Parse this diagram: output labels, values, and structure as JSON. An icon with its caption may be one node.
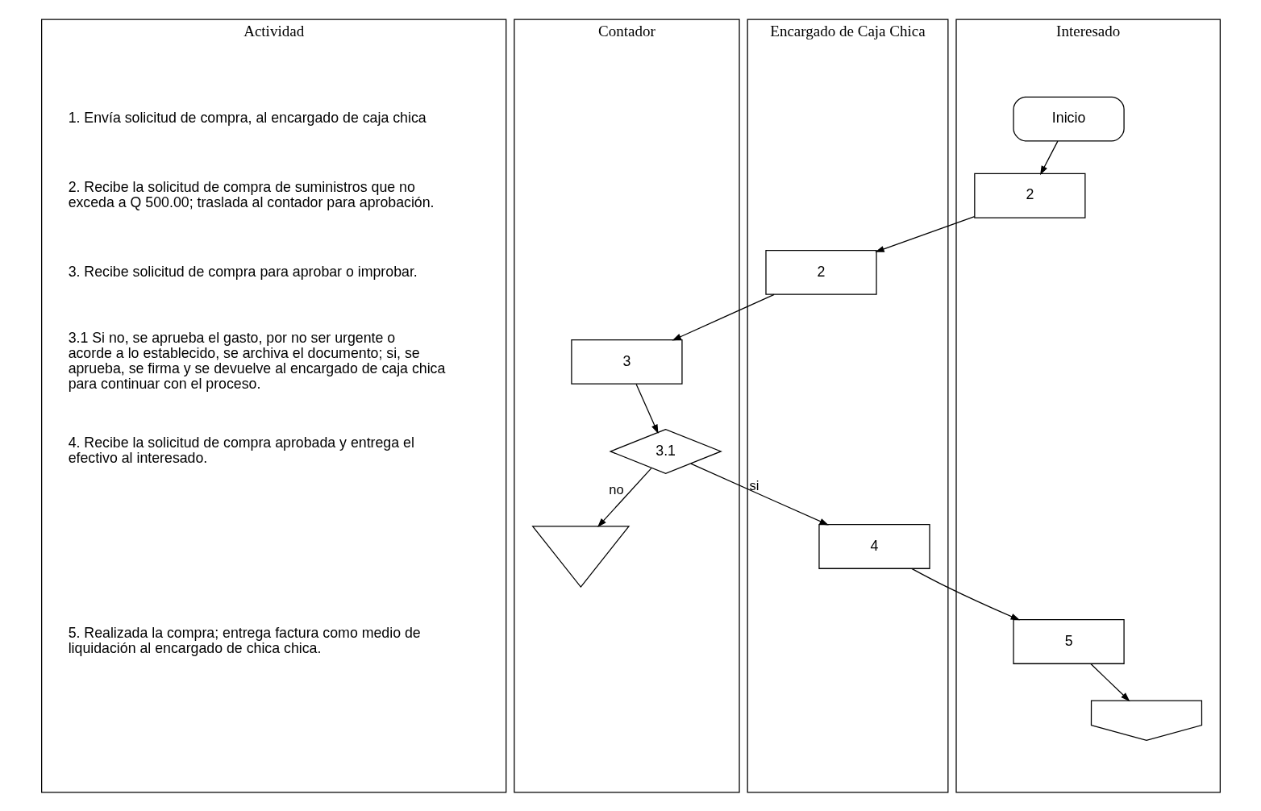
{
  "diagram": {
    "nodes": [
      {
        "text": [
          "Actividad"
        ]
      },
      {
        "text": [
          "Interesado"
        ]
      },
      {
        "text": [
          "Encargado de Caja Chica"
        ]
      },
      {
        "text": [
          "Contador"
        ]
      },
      {
        "text": [
          "Inicio"
        ],
        "in": 1
      },
      {
        "text": [
          "2"
        ],
        "in": 1
      },
      {
        "text": [
          "2"
        ],
        "in": 2
      },
      {
        "text": [
          "3"
        ],
        "in": 3
      },
      {
        "text": [
          "3.1"
        ],
        "in": 3
      },
      {
        "text": [],
        "shape": "triangle",
        "in": 3
      },
      {
        "text": [
          "4"
        ],
        "in": 2
      },
      {
        "text": [
          "5"
        ],
        "in": 1
      },
      {
        "text": [],
        "shape": "pentagon",
        "in": 1
      }
    ],
    "edges": [
      {
        "from": 4,
        "to": 5,
        "arrow": "to"
      },
      {
        "from": 5,
        "to": 6,
        "arrow": "to"
      },
      {
        "from": 6,
        "to": 7,
        "arrow": "to"
      },
      {
        "from": 7,
        "to": 8,
        "arrow": "to"
      },
      {
        "from": 8,
        "to": 10,
        "arrow": "to",
        "label": "si"
      },
      {
        "from": 8,
        "to": 9,
        "arrow": "to",
        "label": "no"
      },
      {
        "from": 10,
        "to": 11,
        "arrow": "to"
      },
      {
        "from": 11,
        "to": 12,
        "arrow": "to"
      }
    ],
    "labels": [
      "1. Envía solicitud de compra, al encargado de caja chica",
      "2. Recibe la solicitud de compra de suministros que no exceda a Q 500.00; traslada al contador para aprobación.",
      "3. Recibe solicitud de compra para aprobar o improbar.",
      "3.1 Si no, se aprueba el gasto, por no ser urgente o acorde a lo establecido, se archiva el documento; si, se aprueba, se firma y se devuelve al encargado de caja chica para continuar con el proceso.",
      "4. Recibe la solicitud de compra aprobada y entrega el efectivo al interesado.",
      "5. Realizada la compra; entrega factura como medio de liquidación al encargado de chica chica."
    ]
  }
}
